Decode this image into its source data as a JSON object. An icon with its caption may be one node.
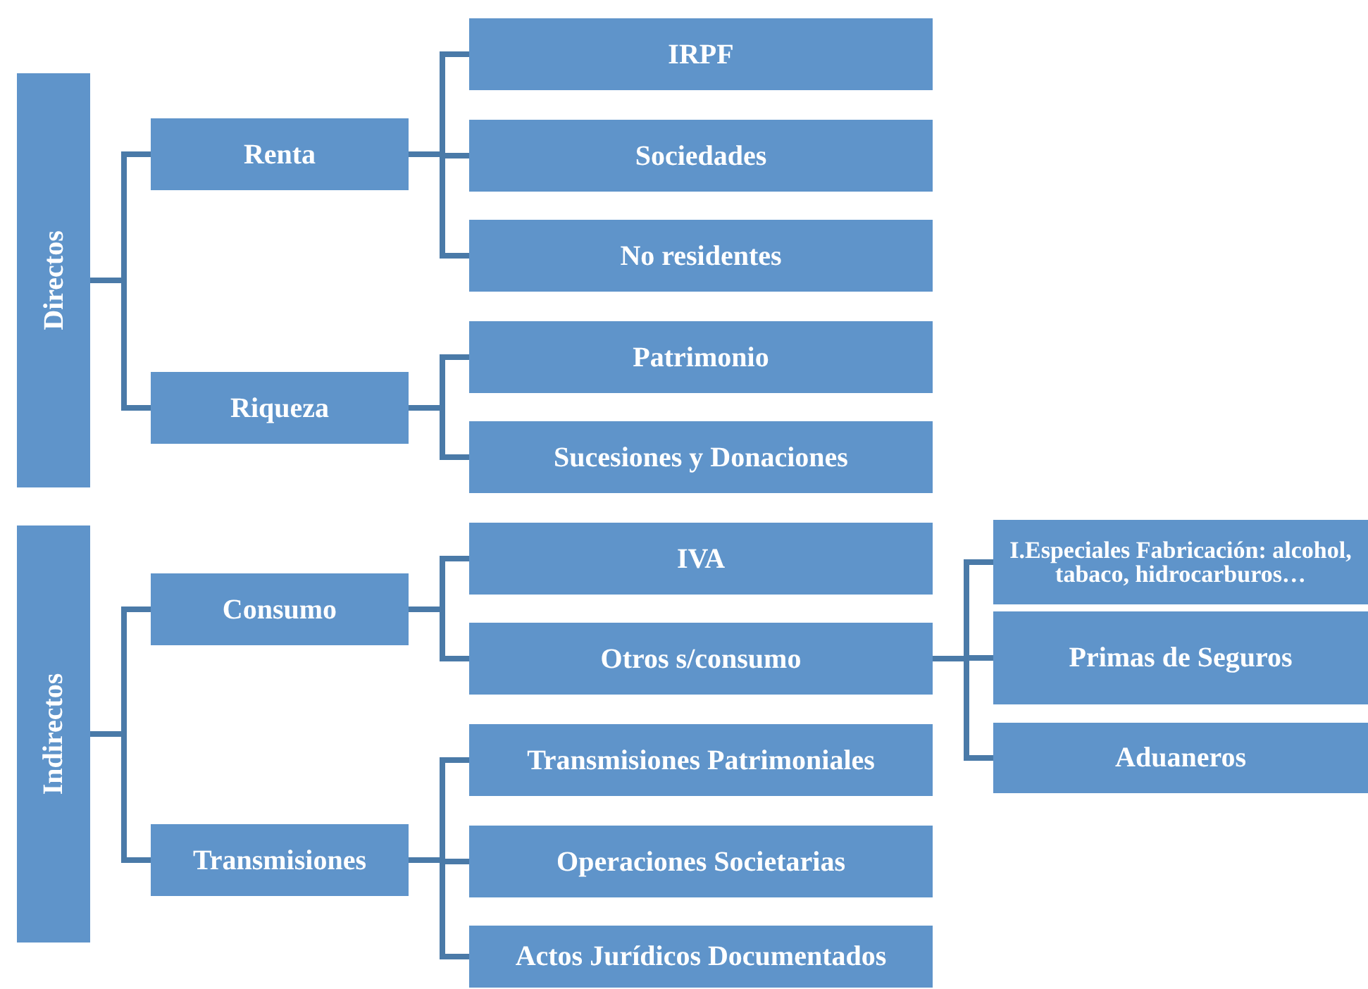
{
  "diagram": {
    "nodes": [
      {
        "text": [
          "Directos"
        ]
      },
      {
        "text": [
          "Renta"
        ]
      },
      {
        "text": [
          "IRPF"
        ]
      },
      {
        "text": [
          "Sociedades"
        ]
      },
      {
        "text": [
          "No residentes"
        ]
      },
      {
        "text": [
          "Riqueza"
        ]
      },
      {
        "text": [
          "Patrimonio"
        ]
      },
      {
        "text": [
          "Sucesiones y Donaciones"
        ]
      },
      {
        "text": [
          "Indirectos"
        ]
      },
      {
        "text": [
          "Consumo"
        ]
      },
      {
        "text": [
          "IVA"
        ]
      },
      {
        "text": [
          "Otros s/consumo"
        ]
      },
      {
        "text": [
          "I.Especiales Fabricación: alcohol, tabaco, hidrocarburos…"
        ]
      },
      {
        "text": [
          "Primas de Seguros"
        ]
      },
      {
        "text": [
          "Aduaneros"
        ]
      },
      {
        "text": [
          "Transmisiones"
        ]
      },
      {
        "text": [
          "Transmisiones Patrimoniales"
        ]
      },
      {
        "text": [
          "Operaciones Societarias"
        ]
      },
      {
        "text": [
          "Actos Jurídicos Documentados"
        ]
      }
    ],
    "edges": [
      {
        "from": 0,
        "to": 1,
        "arrow": "none"
      },
      {
        "from": 0,
        "to": 5,
        "arrow": "none"
      },
      {
        "from": 1,
        "to": 2,
        "arrow": "none"
      },
      {
        "from": 1,
        "to": 3,
        "arrow": "none"
      },
      {
        "from": 1,
        "to": 4,
        "arrow": "none"
      },
      {
        "from": 5,
        "to": 6,
        "arrow": "none"
      },
      {
        "from": 5,
        "to": 7,
        "arrow": "none"
      },
      {
        "from": 8,
        "to": 9,
        "arrow": "none"
      },
      {
        "from": 8,
        "to": 15,
        "arrow": "none"
      },
      {
        "from": 9,
        "to": 10,
        "arrow": "none"
      },
      {
        "from": 9,
        "to": 11,
        "arrow": "none"
      },
      {
        "from": 11,
        "to": 12,
        "arrow": "none"
      },
      {
        "from": 11,
        "to": 13,
        "arrow": "none"
      },
      {
        "from": 11,
        "to": 14,
        "arrow": "none"
      },
      {
        "from": 15,
        "to": 16,
        "arrow": "none"
      },
      {
        "from": 15,
        "to": 17,
        "arrow": "none"
      },
      {
        "from": 15,
        "to": 18,
        "arrow": "none"
      }
    ]
  }
}
